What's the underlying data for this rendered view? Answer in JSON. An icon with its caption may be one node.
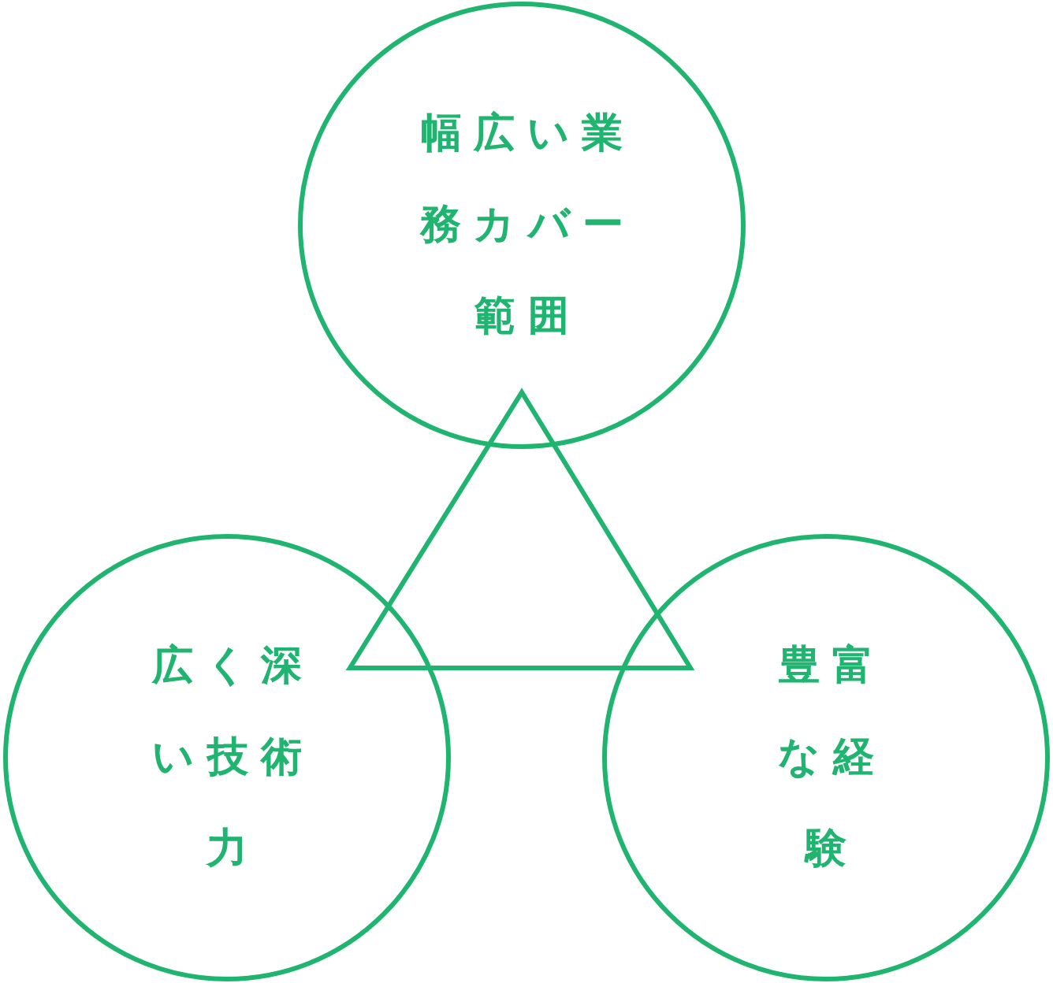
{
  "diagram": {
    "nodes": [
      {
        "text": [
          "幅広い業務カバー範囲"
        ]
      },
      {
        "text": [
          "広く深い技術力"
        ]
      },
      {
        "text": [
          "豊富な経験"
        ]
      }
    ]
  }
}
